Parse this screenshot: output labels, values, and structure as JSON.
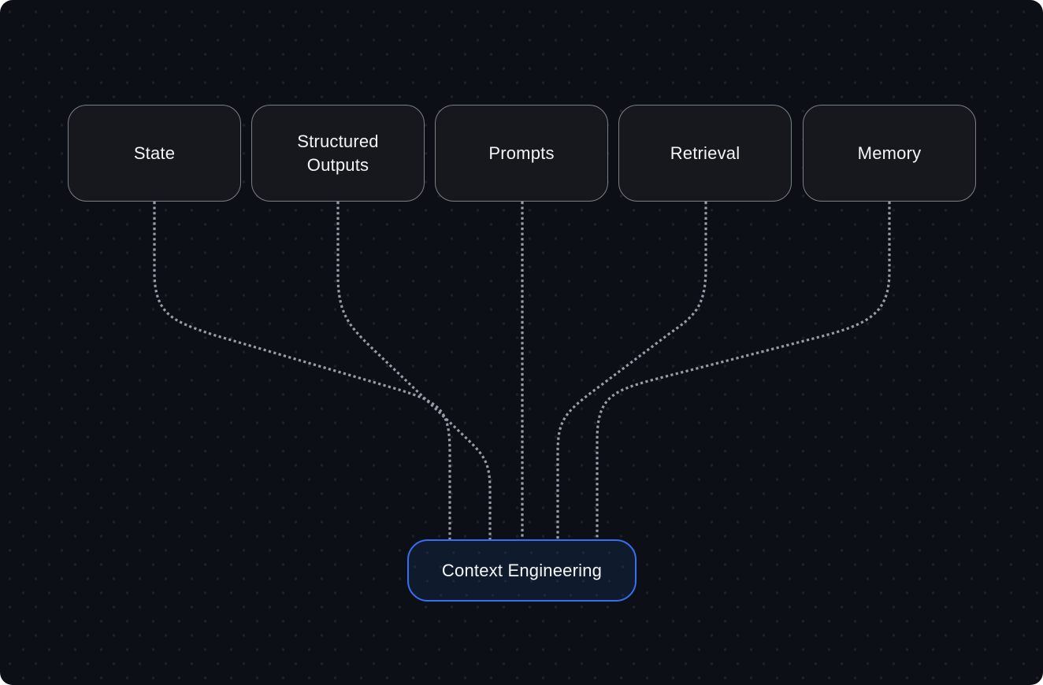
{
  "diagram": {
    "title": "Context Engineering inputs diagram",
    "nodes": [
      {
        "id": "state",
        "label": "State"
      },
      {
        "id": "structured-outputs",
        "label": "Structured Outputs"
      },
      {
        "id": "prompts",
        "label": "Prompts"
      },
      {
        "id": "retrieval",
        "label": "Retrieval"
      },
      {
        "id": "memory",
        "label": "Memory"
      }
    ],
    "target": {
      "id": "context-engineering",
      "label": "Context Engineering"
    },
    "edges": [
      {
        "from": "state",
        "to": "context-engineering",
        "style": "dotted"
      },
      {
        "from": "structured-outputs",
        "to": "context-engineering",
        "style": "dotted"
      },
      {
        "from": "prompts",
        "to": "context-engineering",
        "style": "dotted"
      },
      {
        "from": "retrieval",
        "to": "context-engineering",
        "style": "dotted"
      },
      {
        "from": "memory",
        "to": "context-engineering",
        "style": "dotted"
      }
    ],
    "colors": {
      "canvas_background": "#0d0f16",
      "node_fill": "#17181d",
      "node_border": "#7b8087",
      "connector": "#989da5",
      "target_fill": "#101a2d",
      "target_border": "#3570f2",
      "text": "#f3f4f6"
    }
  }
}
